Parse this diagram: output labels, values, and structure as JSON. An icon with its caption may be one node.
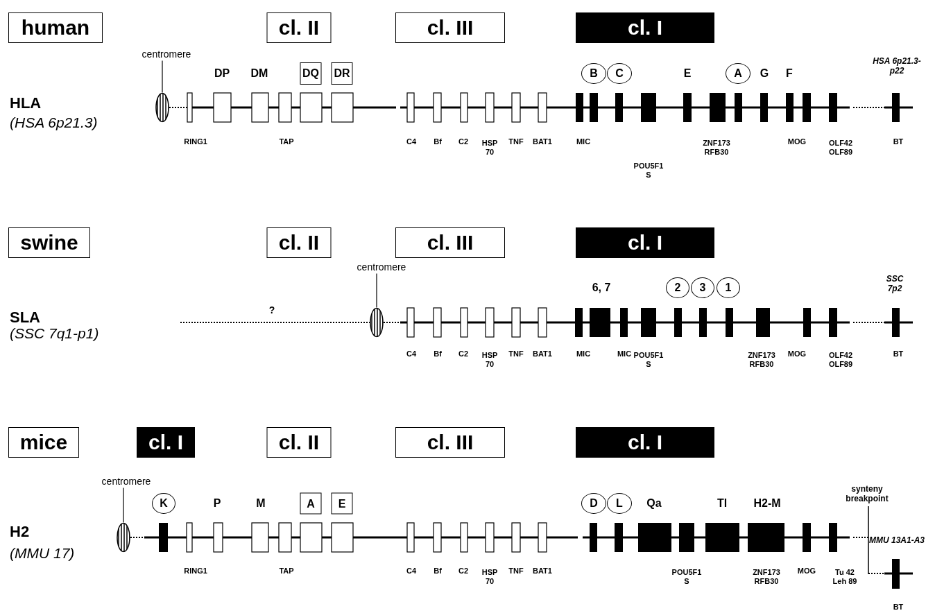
{
  "diagram": {
    "nodes": [
      {
        "text": [
          "human"
        ]
      },
      {
        "text": [
          "cl. II"
        ]
      },
      {
        "text": [
          "cl. III"
        ]
      },
      {
        "text": [
          "cl. I"
        ]
      },
      {
        "text": [
          "centromere"
        ]
      },
      {
        "text": [],
        "shape": "ellipse"
      },
      {
        "text": [
          "DQ"
        ]
      },
      {
        "text": [
          "DR"
        ]
      },
      {
        "text": [
          "B"
        ]
      },
      {
        "text": [
          "C"
        ]
      },
      {
        "text": [
          "A"
        ]
      },
      {
        "text": [
          "swine"
        ]
      },
      {
        "text": [
          "cl. II"
        ]
      },
      {
        "text": [
          "cl. III"
        ]
      },
      {
        "text": [
          "cl. I"
        ]
      },
      {
        "text": [
          "centromere"
        ]
      },
      {
        "text": [],
        "shape": "ellipse"
      },
      {
        "text": [
          "2"
        ]
      },
      {
        "text": [
          "3"
        ]
      },
      {
        "text": [
          "1"
        ]
      },
      {
        "text": [
          "mice"
        ]
      },
      {
        "text": [
          "cl. I"
        ]
      },
      {
        "text": [
          "cl. II"
        ]
      },
      {
        "text": [
          "cl. III"
        ]
      },
      {
        "text": [
          "cl. I"
        ]
      },
      {
        "text": [
          "centromere"
        ]
      },
      {
        "text": [],
        "shape": "ellipse"
      },
      {
        "text": [
          "K"
        ]
      },
      {
        "text": [
          "A"
        ]
      },
      {
        "text": [
          "E"
        ]
      },
      {
        "text": [
          "D"
        ]
      },
      {
        "text": [
          "L"
        ]
      }
    ],
    "edges": [
      {
        "from": 4,
        "to": 5,
        "arrow": "none"
      },
      {
        "from": 15,
        "to": 16,
        "arrow": "none"
      },
      {
        "from": 25,
        "to": 26,
        "arrow": "none"
      }
    ],
    "labels": [
      "HLA",
      "(HSA 6p21.3)",
      "DP",
      "DM",
      "E",
      "G",
      "F",
      "HSA 6p21.3-p22",
      "RING1",
      "TAP",
      "C4",
      "Bf",
      "C2",
      "HSP 70",
      "TNF",
      "BAT1",
      "MIC",
      "ZNF173 RFB30",
      "MOG",
      "OLF42 OLF89",
      "BT",
      "POU5F1 S",
      "SLA",
      "(SSC 7q1-p1)",
      "6, 7",
      "SSC 7p2",
      "?",
      "C4",
      "Bf",
      "C2",
      "HSP 70",
      "TNF",
      "BAT1",
      "MIC",
      "MIC",
      "POU5F1 S",
      "ZNF173 RFB30",
      "MOG",
      "OLF42 OLF89",
      "BT",
      "H2",
      "(MMU 17)",
      "P",
      "M",
      "Qa",
      "Tl",
      "H2-M",
      "synteny breakpoint",
      "MMU 13A1-A3",
      "RING1",
      "TAP",
      "C4",
      "Bf",
      "C2",
      "HSP 70",
      "TNF",
      "BAT1",
      "POU5F1 S",
      "ZNF173 RFB30",
      "MOG",
      "Tu 42 Leh 89",
      "BT"
    ]
  }
}
